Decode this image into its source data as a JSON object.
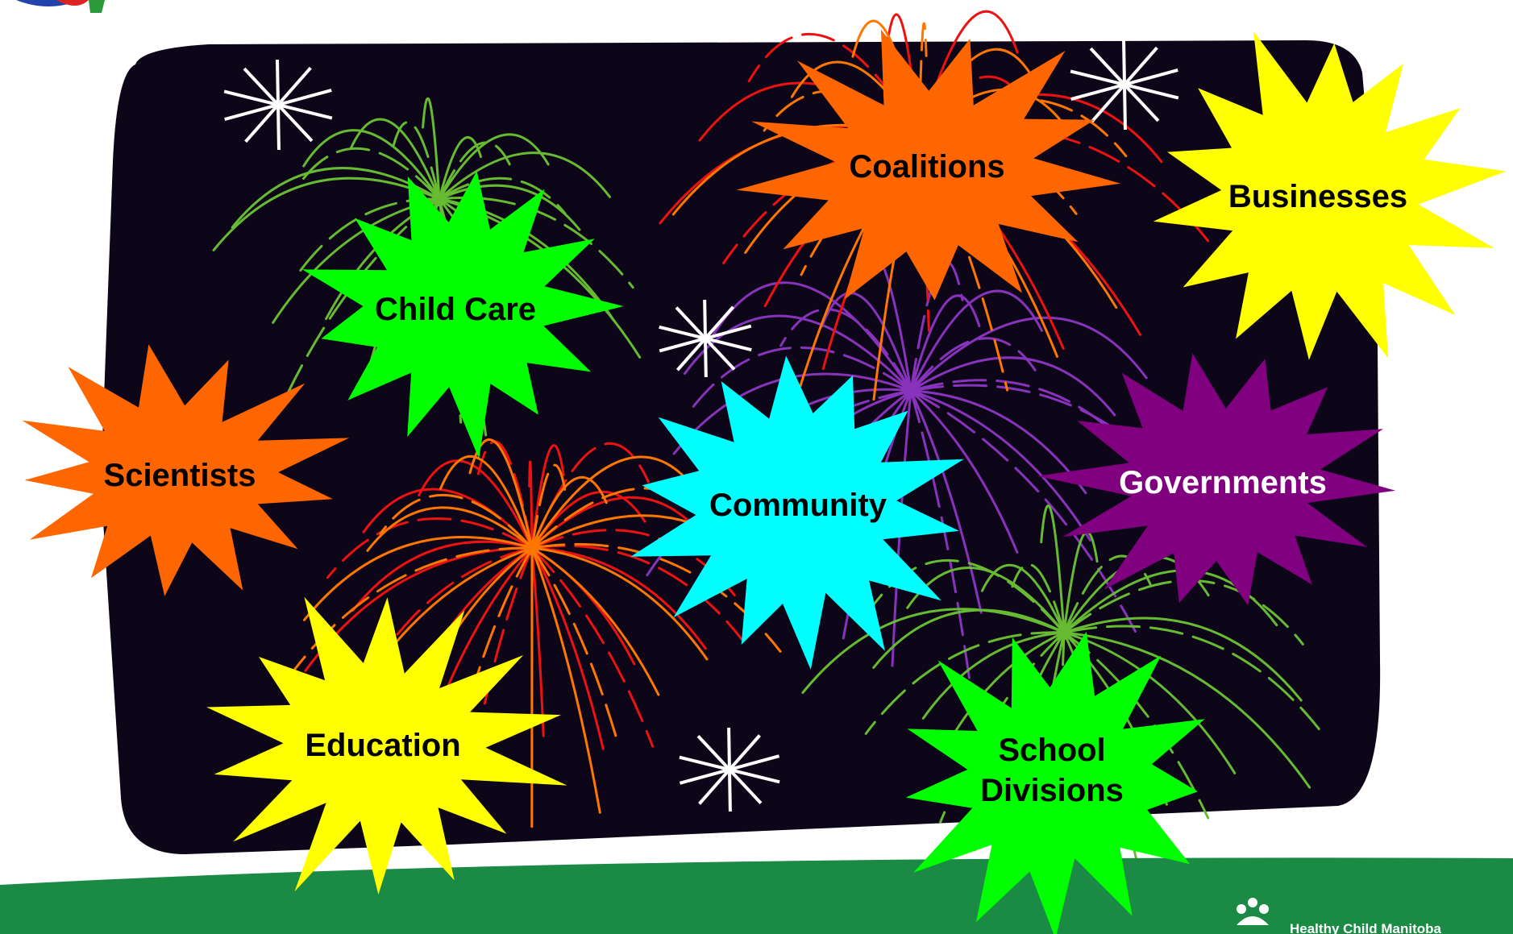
{
  "bursts": [
    {
      "id": "coalitions",
      "label": "Coalitions",
      "color": "#FF6600"
    },
    {
      "id": "businesses",
      "label": "Businesses",
      "color": "#FFFF00"
    },
    {
      "id": "child-care",
      "label": "Child Care",
      "color": "#00FF00"
    },
    {
      "id": "scientists",
      "label": "Scientists",
      "color": "#FF6600"
    },
    {
      "id": "community",
      "label": "Community",
      "color": "#00FFFF"
    },
    {
      "id": "governments",
      "label": "Governments",
      "color": "#800080"
    },
    {
      "id": "education",
      "label": "Education",
      "color": "#FFFF00"
    },
    {
      "id": "school-divisions",
      "label": "School Divisions",
      "color": "#00FF00"
    }
  ],
  "colors": {
    "sky": "#0D0618",
    "ground": "#1A8A44",
    "spark": "#FFFFFF",
    "firework_green": "#66BB33",
    "firework_red": "#EE1111",
    "firework_orange": "#FF7700",
    "firework_purple": "#8833BB"
  },
  "footer": {
    "brand": "Healthy Child Manitoba",
    "logo_icon": "stars-people-logo-icon"
  }
}
